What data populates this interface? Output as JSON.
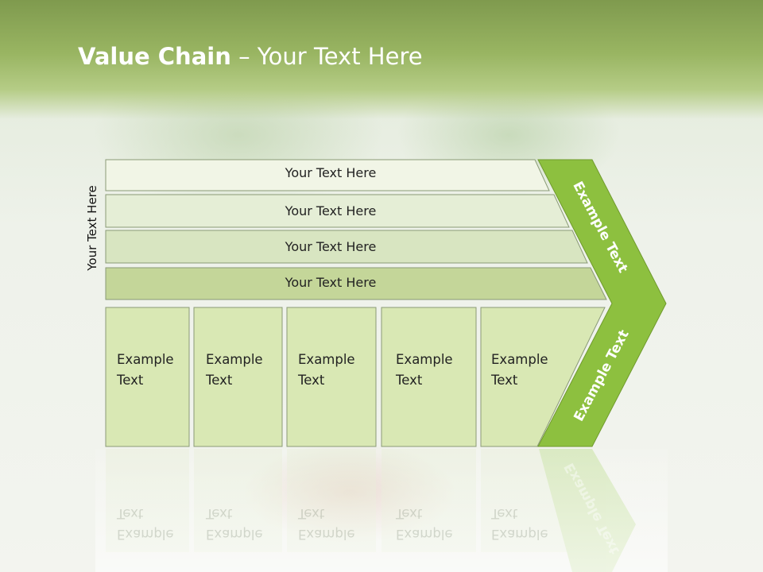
{
  "title": {
    "bold": "Value Chain",
    "rest": " – Your Text Here"
  },
  "side_label": "Your Text Here",
  "rows": [
    {
      "label": "Your Text Here",
      "fill": "#f1f5e6"
    },
    {
      "label": "Your Text Here",
      "fill": "#e5eed6"
    },
    {
      "label": "Your Text Here",
      "fill": "#d8e5c1"
    },
    {
      "label": "Your Text Here",
      "fill": "#c4d699"
    }
  ],
  "cells": [
    {
      "line1": "Example",
      "line2": "Text"
    },
    {
      "line1": "Example",
      "line2": "Text"
    },
    {
      "line1": "Example",
      "line2": "Text"
    },
    {
      "line1": "Example",
      "line2": "Text"
    },
    {
      "line1": "Example",
      "line2": "Text"
    }
  ],
  "chevron": {
    "top_label": "Example Text",
    "bottom_label": "Example Text",
    "fill": "#8dc03f"
  },
  "colors": {
    "cell_fill": "#d9e8b4",
    "border": "#8a9a76",
    "header": "#8faa58"
  }
}
